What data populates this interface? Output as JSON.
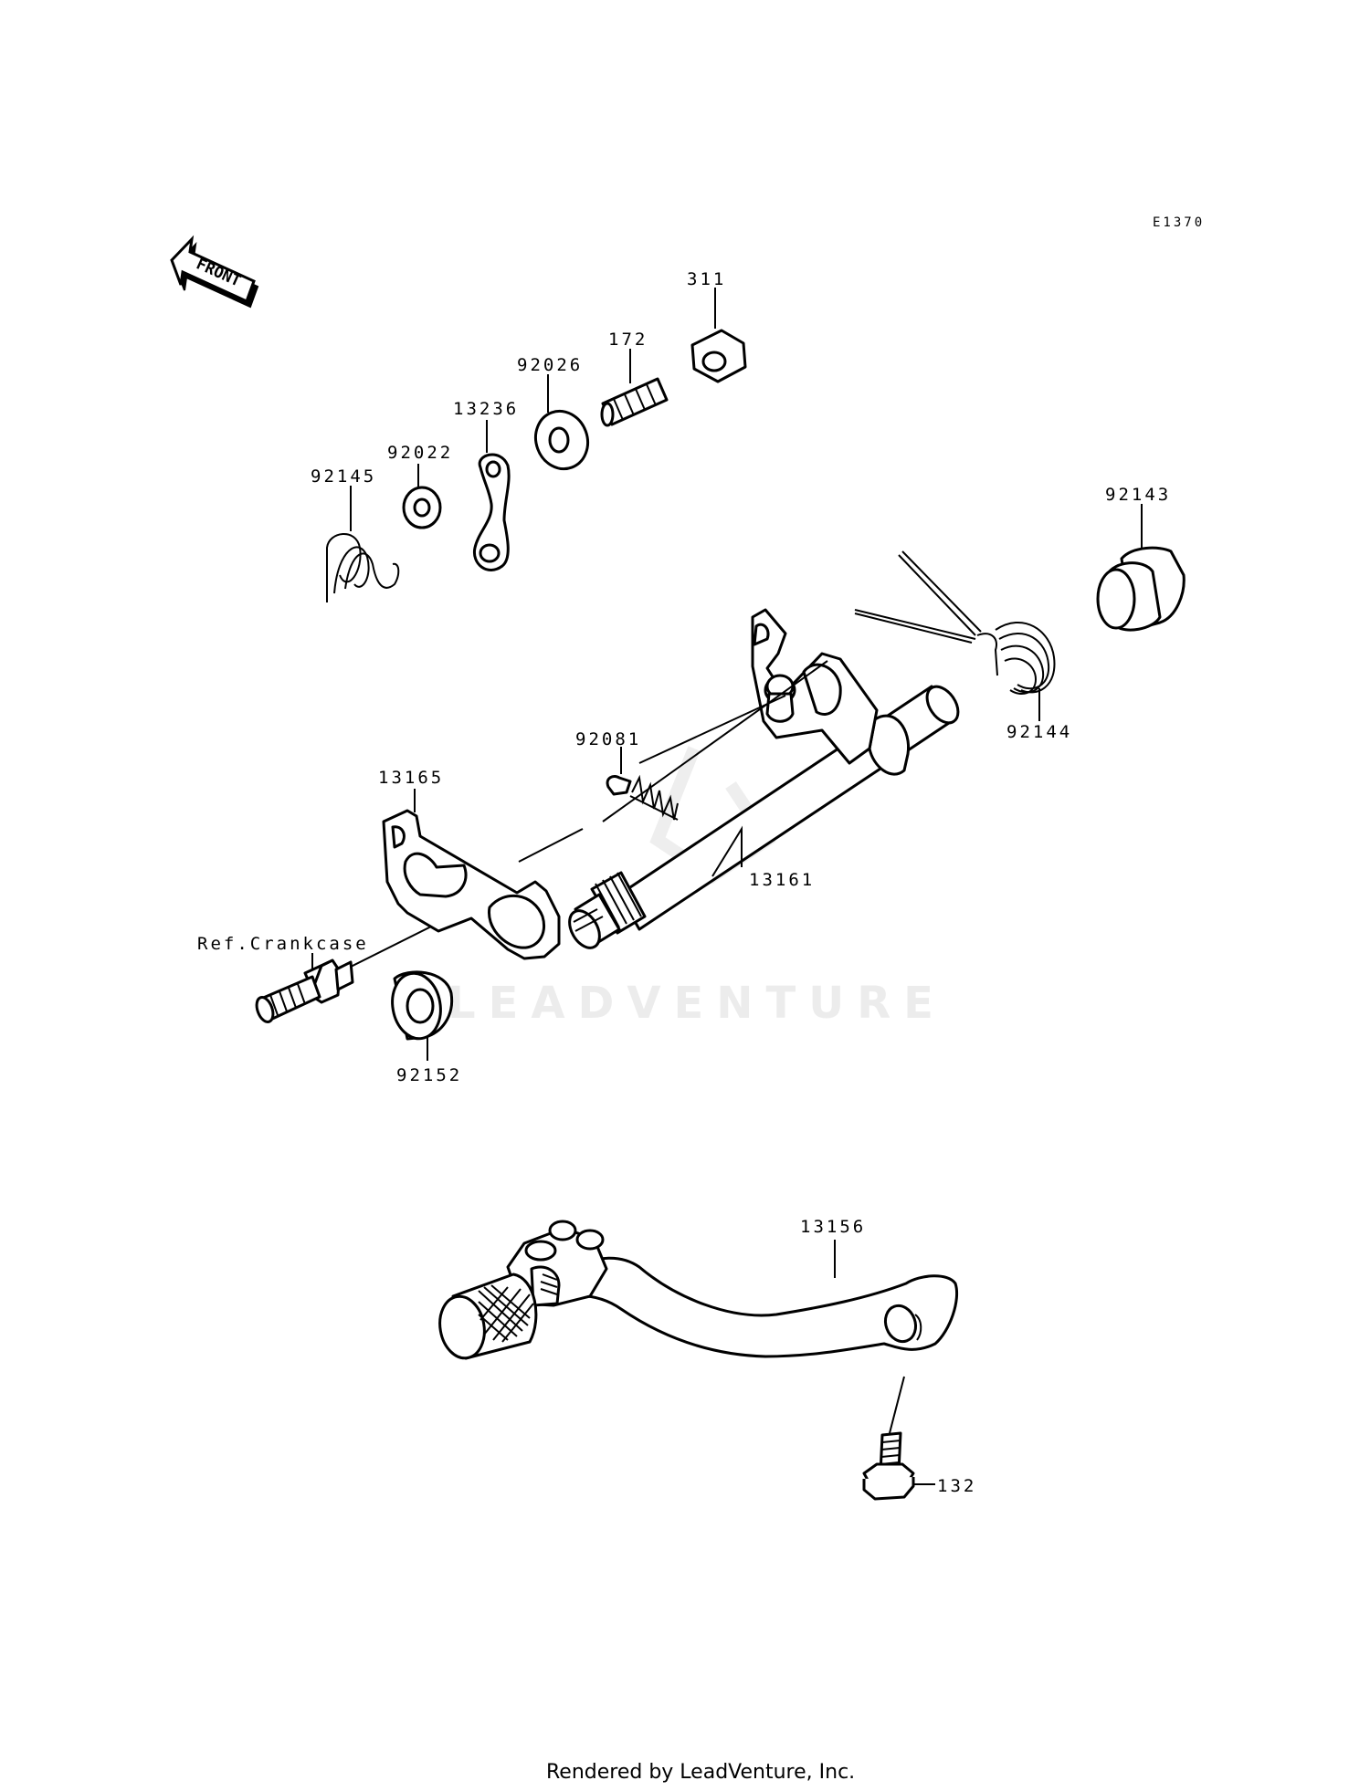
{
  "diagram": {
    "drawing_code": "E1370",
    "front_label": "FRONT",
    "watermark": "LEADVENTURE",
    "footer": "Rendered by LeadVenture, Inc.",
    "parts": [
      {
        "id": "p311",
        "label": "311"
      },
      {
        "id": "p172",
        "label": "172"
      },
      {
        "id": "p92026",
        "label": "92026"
      },
      {
        "id": "p13236",
        "label": "13236"
      },
      {
        "id": "p92022",
        "label": "92022"
      },
      {
        "id": "p92145",
        "label": "92145"
      },
      {
        "id": "p92143",
        "label": "92143"
      },
      {
        "id": "p92144",
        "label": "92144"
      },
      {
        "id": "p92081",
        "label": "92081"
      },
      {
        "id": "p13165",
        "label": "13165"
      },
      {
        "id": "p13161",
        "label": "13161"
      },
      {
        "id": "pcrank",
        "label": "Ref.Crankcase"
      },
      {
        "id": "p92152",
        "label": "92152"
      },
      {
        "id": "p13156",
        "label": "13156"
      },
      {
        "id": "p132",
        "label": "132"
      }
    ]
  }
}
